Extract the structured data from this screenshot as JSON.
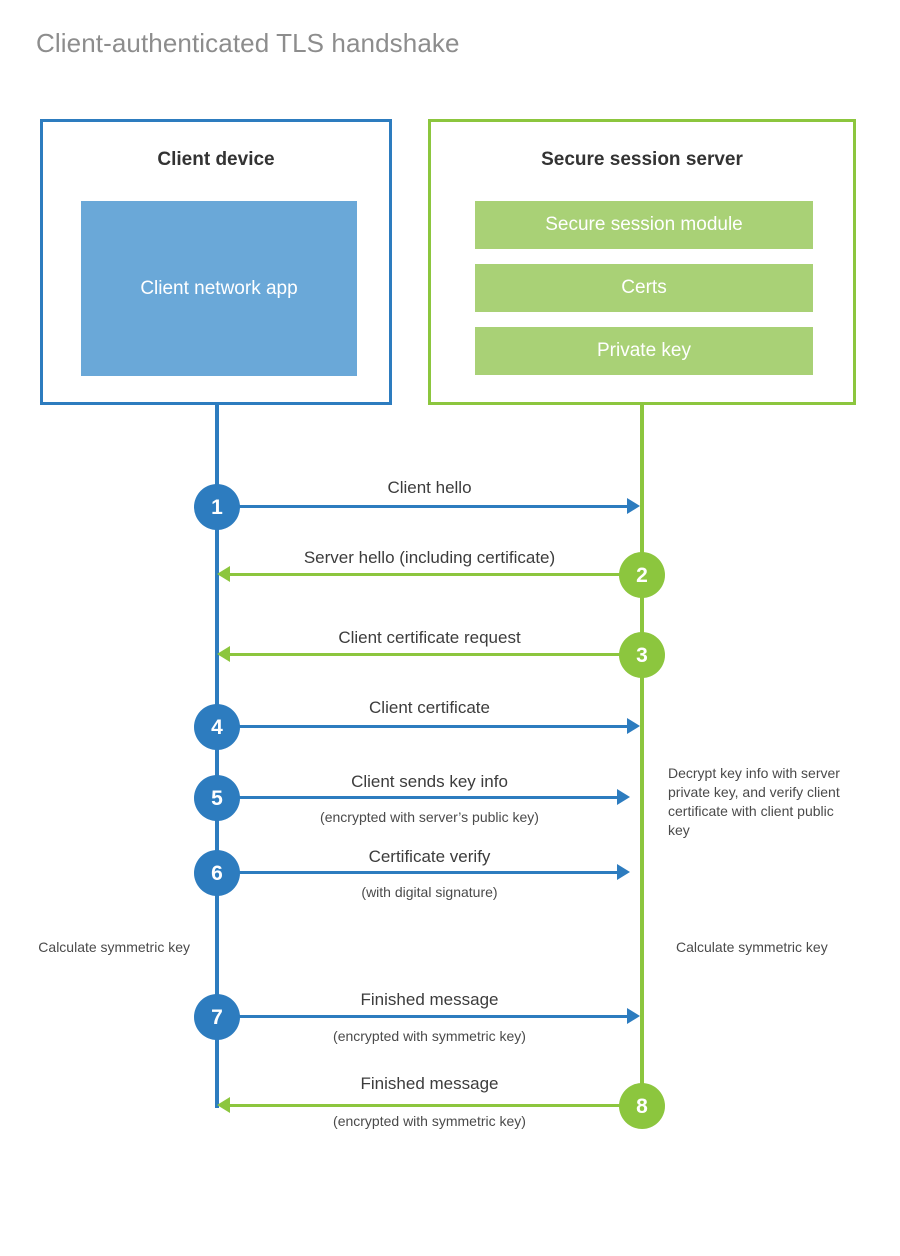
{
  "title": "Client-authenticated TLS handshake",
  "actors": {
    "client": {
      "title": "Client device",
      "blocks": [
        {
          "label": "Client network app"
        }
      ]
    },
    "server": {
      "title": "Secure session server",
      "blocks": [
        {
          "label": "Secure session module"
        },
        {
          "label": "Certs"
        },
        {
          "label": "Private key"
        }
      ]
    }
  },
  "colors": {
    "client_blue": "#2d7cbf",
    "client_block_blue": "#6aa8d8",
    "server_green": "#8cc63e",
    "server_block_green": "#a9d176",
    "title_gray": "#8d8d8d",
    "text_dark": "#3c3c3c"
  },
  "steps": [
    {
      "number": "1",
      "label": "Client hello",
      "sublabel": "",
      "direction": "client-to-server",
      "color": "blue"
    },
    {
      "number": "2",
      "label": "Server hello (including certificate)",
      "sublabel": "",
      "direction": "server-to-client",
      "color": "green"
    },
    {
      "number": "3",
      "label": "Client certificate request",
      "sublabel": "",
      "direction": "server-to-client",
      "color": "green"
    },
    {
      "number": "4",
      "label": "Client certificate",
      "sublabel": "",
      "direction": "client-to-server",
      "color": "blue"
    },
    {
      "number": "5",
      "label": "Client sends key info",
      "sublabel": "(encrypted with server’s public key)",
      "direction": "client-to-server",
      "color": "blue"
    },
    {
      "number": "6",
      "label": "Certificate verify",
      "sublabel": "(with digital signature)",
      "direction": "client-to-server",
      "color": "blue"
    },
    {
      "number": "7",
      "label": "Finished message",
      "sublabel": "(encrypted with symmetric key)",
      "direction": "client-to-server",
      "color": "blue"
    },
    {
      "number": "8",
      "label": "Finished message",
      "sublabel": "(encrypted with symmetric key)",
      "direction": "server-to-client",
      "color": "green"
    }
  ],
  "notes": {
    "server_decrypt": "Decrypt key info with server private key, and verify client certificate with client public key",
    "client_calculate": "Calculate symmetric key",
    "server_calculate": "Calculate symmetric key"
  }
}
